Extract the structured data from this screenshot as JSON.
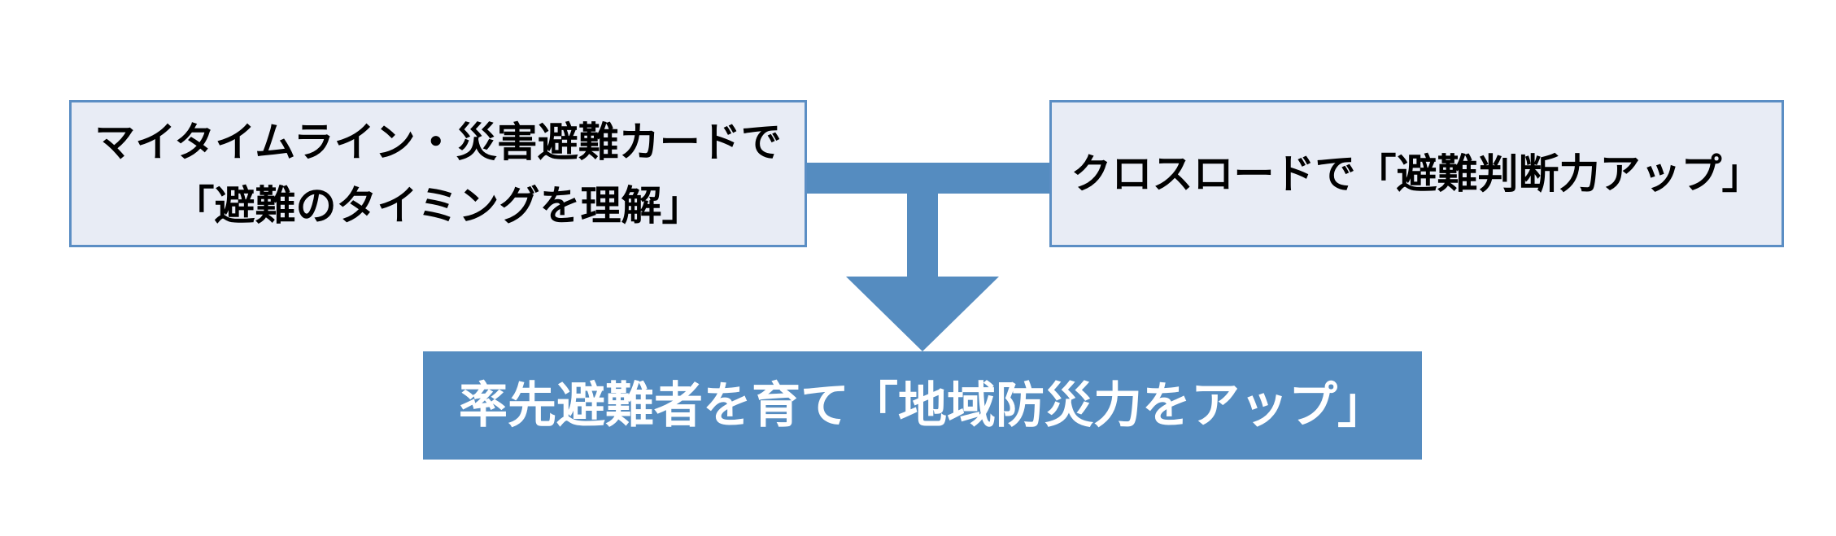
{
  "diagram": {
    "left_box": {
      "line1": "マイタイムライン・災害避難カードで",
      "line2": "「避難のタイミングを理解」"
    },
    "right_box": {
      "text": "クロスロードで「避難判断力アップ」"
    },
    "result_box": {
      "text": "率先避難者を育て「地域防災力をアップ」"
    },
    "colors": {
      "input_fill": "#e8ecf5",
      "input_border": "#5b8ec4",
      "connector": "#558cc0",
      "result_fill": "#558cc0",
      "result_text": "#ffffff"
    }
  }
}
